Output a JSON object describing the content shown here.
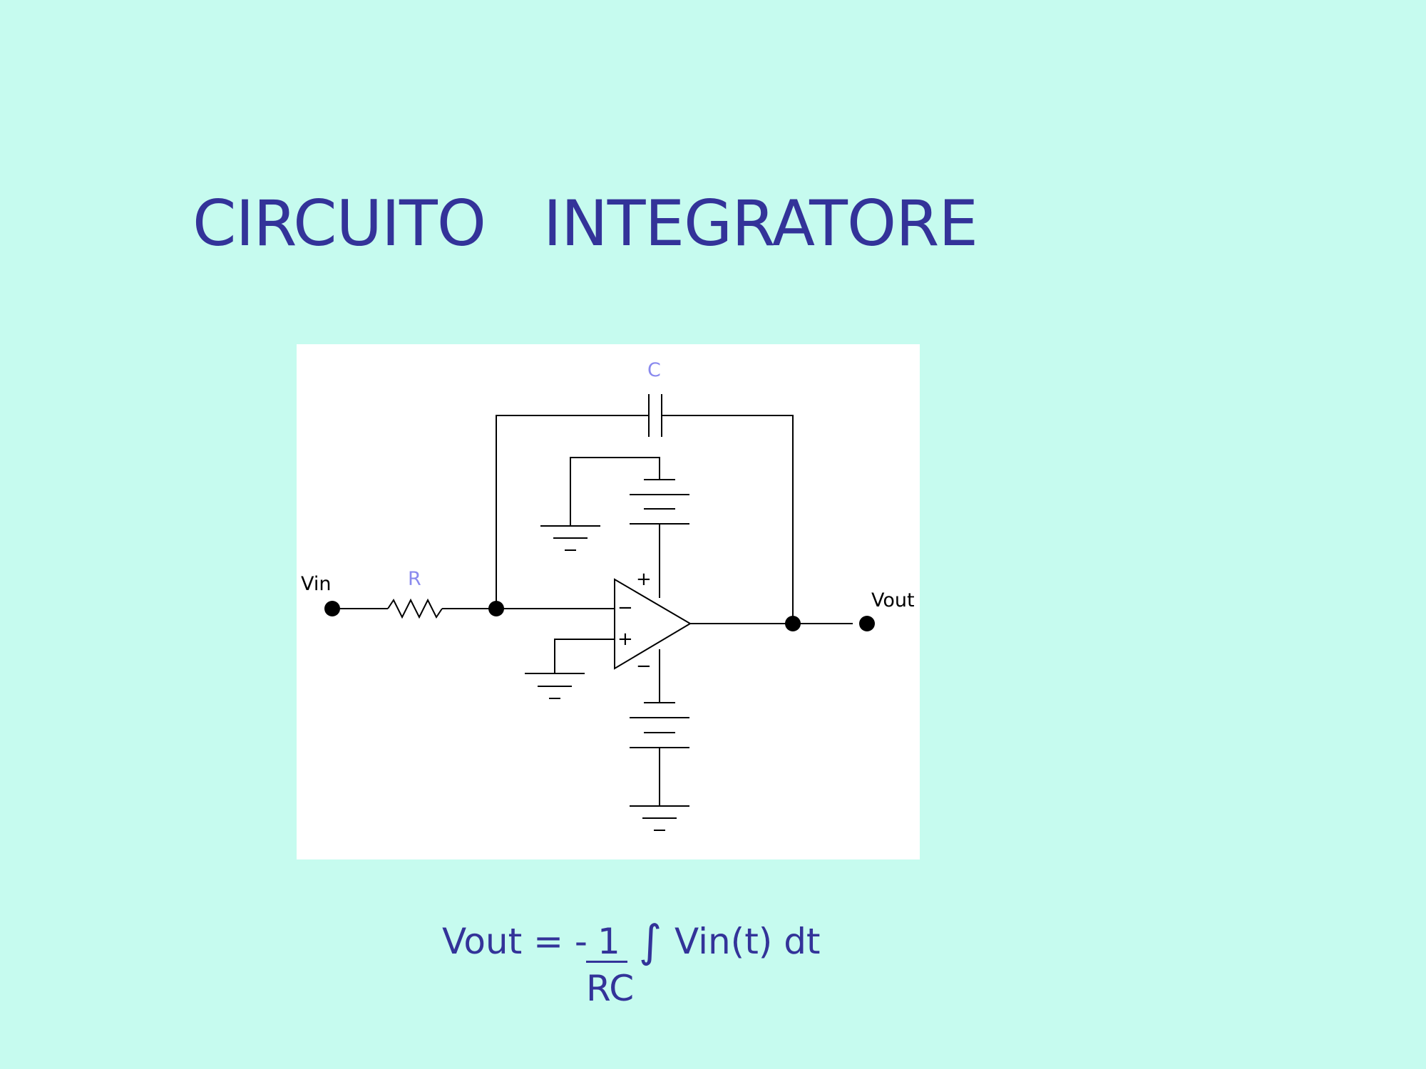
{
  "slide": {
    "title": "CIRCUITO   INTEGRATORE",
    "colors": {
      "background": "#c6fbef",
      "title": "#333399",
      "component_label": "#8a8aee"
    }
  },
  "circuit": {
    "labels": {
      "vin": "Vin",
      "resistor": "R",
      "capacitor": "C",
      "vout": "Vout",
      "inverting_input": "−",
      "noninverting_input": "+",
      "supply_positive": "+",
      "supply_negative": "−"
    }
  },
  "formula": {
    "lhs": "Vout = -",
    "numerator": "1",
    "denominator": "RC",
    "integral": "∫",
    "rhs": "Vin(t) dt"
  }
}
